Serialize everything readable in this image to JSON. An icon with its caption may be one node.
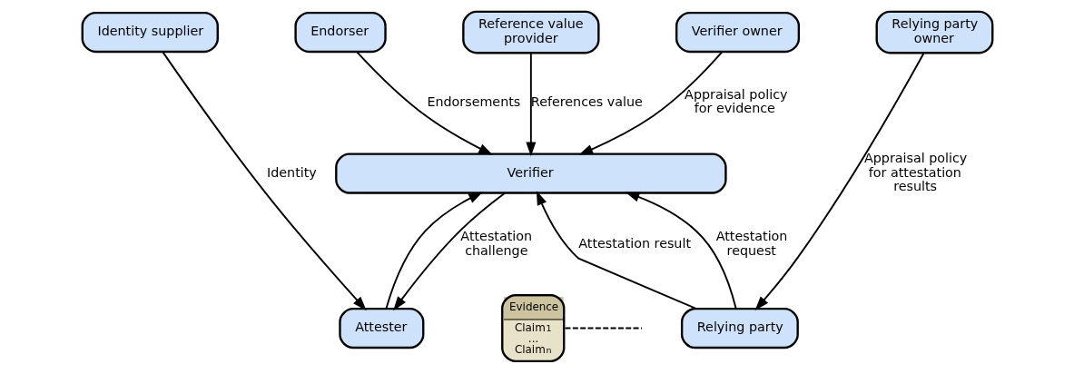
{
  "diagram": {
    "nodes": [
      {
        "text": [
          "Identity supplier"
        ]
      },
      {
        "text": [
          "Endorser"
        ]
      },
      {
        "text": [
          "Reference value provider"
        ]
      },
      {
        "text": [
          "Verifier owner"
        ]
      },
      {
        "text": [
          "Relying party owner"
        ]
      },
      {
        "text": [
          "Verifier"
        ]
      },
      {
        "text": [
          "Evidence",
          "Claim$_{1}$",
          "...",
          "Claim$_{n}$"
        ]
      },
      {
        "text": [
          "Attester"
        ]
      },
      {
        "text": [
          "Relying party"
        ]
      }
    ],
    "edges": [
      {
        "from": 0,
        "to": 7,
        "arrow": "to",
        "label": "Identity"
      },
      {
        "from": 1,
        "to": 5,
        "arrow": "to",
        "label": "Endorsements"
      },
      {
        "from": 2,
        "to": 5,
        "arrow": "to",
        "label": "References value"
      },
      {
        "from": 3,
        "to": 5,
        "arrow": "to",
        "label": "Appraisal policy for evidence"
      },
      {
        "from": 4,
        "to": 8,
        "arrow": "to",
        "label": "Appraisal policy for attestation results"
      },
      {
        "from": 5,
        "to": 7,
        "arrow": "to",
        "label": "Attestation challenge"
      },
      {
        "from": 7,
        "to": 5,
        "arrow": "to"
      },
      {
        "from": 6,
        "to": null,
        "arrow": "none",
        "style": "dashed"
      },
      {
        "from": 8,
        "to": 5,
        "arrow": "to",
        "label": "Attestation result"
      },
      {
        "from": 8,
        "to": 5,
        "arrow": "to",
        "label": "Attestation request"
      }
    ]
  }
}
